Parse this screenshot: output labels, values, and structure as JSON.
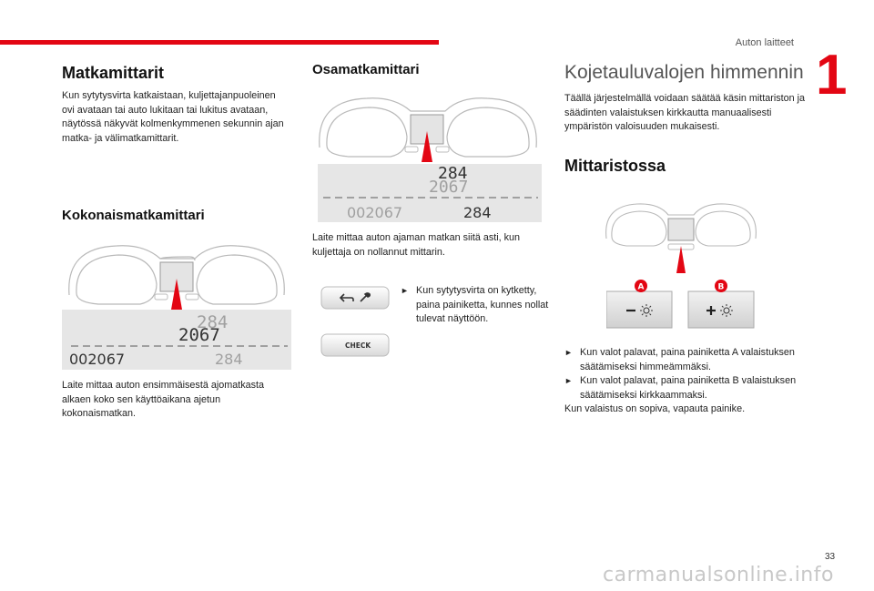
{
  "header": {
    "chapter_title": "Auton laitteet",
    "chapter_number": "1"
  },
  "left": {
    "title": "Matkamittarit",
    "intro": "Kun sytytysvirta katkaistaan, kuljettajanpuoleinen ovi avataan tai auto lukitaan tai lukitus avataan, näytössä näkyvät kolmenkymmenen sekunnin ajan matka- ja välimatkamittarit.",
    "sub_title": "Kokonaismatkamittari",
    "display": {
      "trip_top": "284",
      "total_top": "2067",
      "total": "002067",
      "trip": "284"
    },
    "caption": "Laite mittaa auton ensimmäisestä ajomatkasta alkaen koko sen käyttöaikana ajetun kokonaismatkan."
  },
  "middle": {
    "title": "Osamatkamittari",
    "display": {
      "trip_top": "284",
      "total_top": "2067",
      "total": "002067",
      "trip": "284"
    },
    "caption": "Laite mittaa auton ajaman matkan siitä asti, kun kuljettaja on nollannut mittarin.",
    "button_check_label": "CHECK",
    "bullet": "Kun sytytysvirta on kytketty, paina painiketta, kunnes nollat tulevat näyttöön."
  },
  "right": {
    "title": "Kojetauluvalojen himmennin",
    "intro": "Täällä järjestelmällä voidaan säätää käsin mittariston ja säädinten valaistuksen kirkkautta manuaalisesti ympäristön valoisuuden mukaisesti.",
    "sub_title": "Mittaristossa",
    "button_a_label": "A",
    "button_b_label": "B",
    "bullet_a": "Kun valot palavat, paina painiketta A valaistuksen säätämiseksi himmeämmäksi.",
    "bullet_b": "Kun valot palavat, paina painiketta B valaistuksen säätämiseksi kirkkaammaksi.",
    "closing": "Kun valaistus on sopiva, vapauta painike."
  },
  "footer": {
    "page_number": "33",
    "watermark": "carmanualsonline.info"
  },
  "colors": {
    "accent": "#e30613",
    "lcd_bg": "#e6e6e6",
    "lcd_digits": "#333333",
    "lcd_faint": "#9a9a9a"
  }
}
